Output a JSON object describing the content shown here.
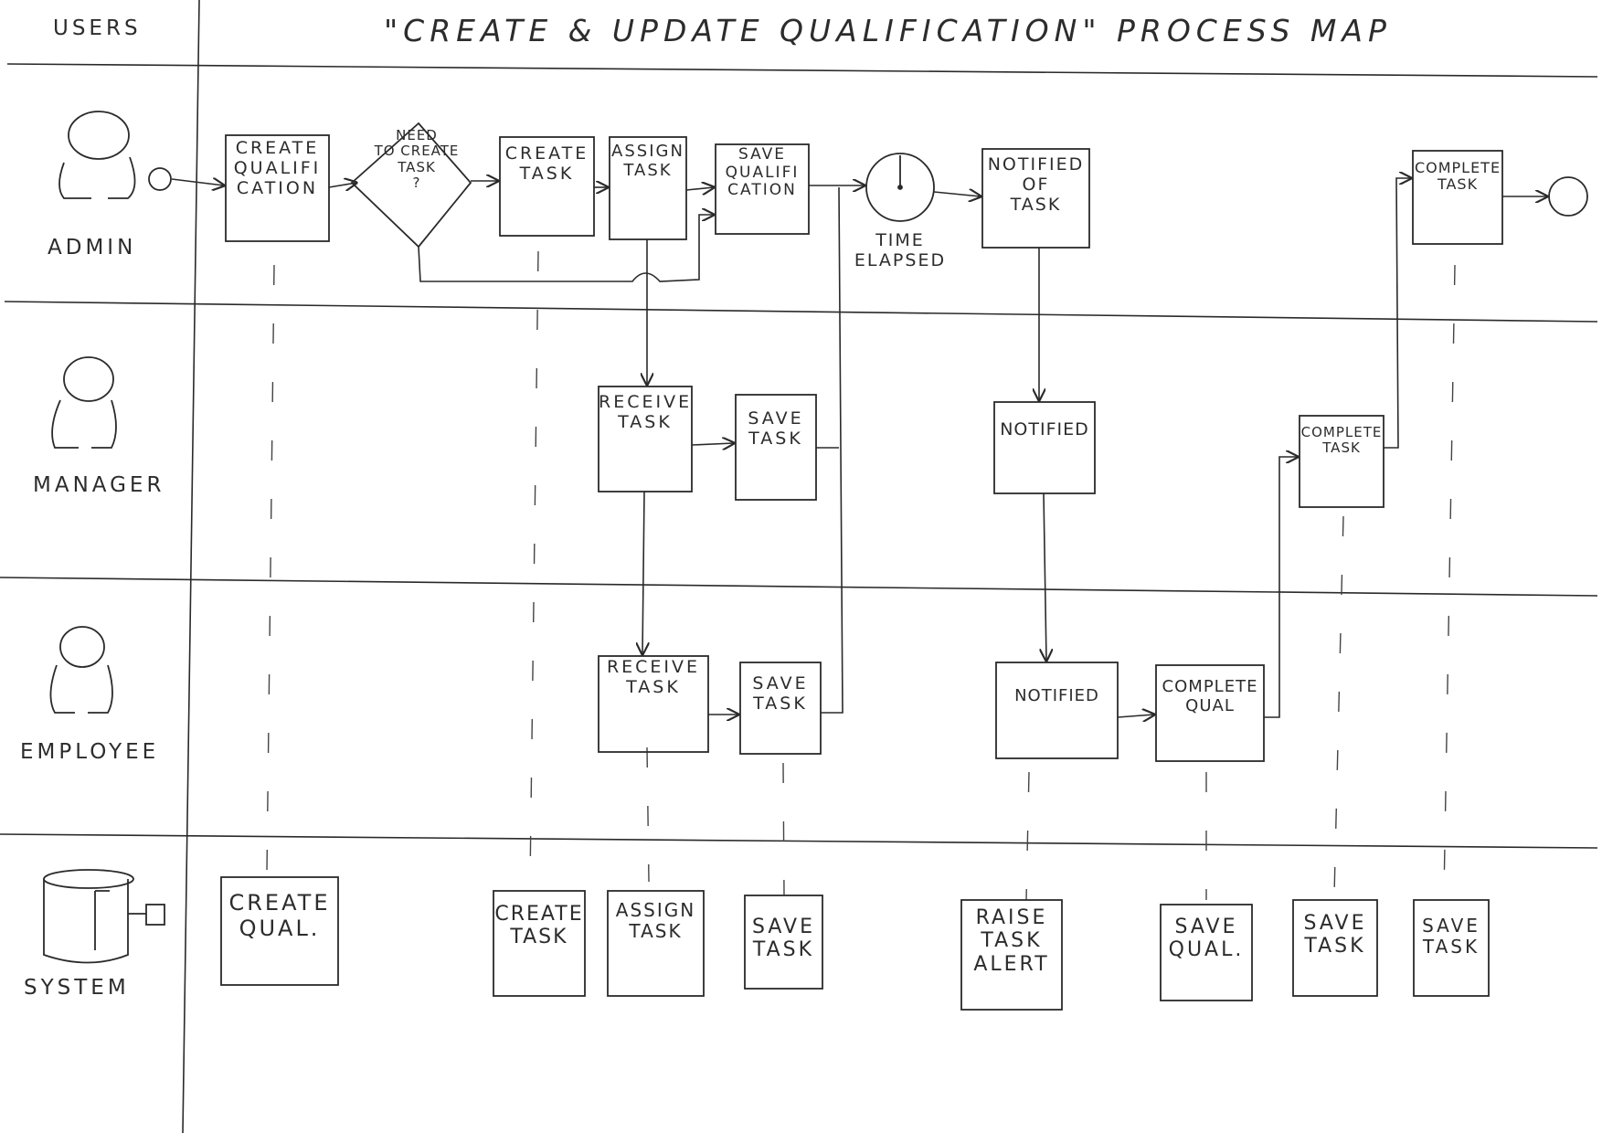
{
  "title": "\"CREATE & UPDATE QUALIFICATION\" PROCESS MAP",
  "header": {
    "users": "USERS"
  },
  "lanes": [
    {
      "id": "admin",
      "label": "ADMIN",
      "icon": "person-icon"
    },
    {
      "id": "manager",
      "label": "MANAGER",
      "icon": "person-icon"
    },
    {
      "id": "employee",
      "label": "EMPLOYEE",
      "icon": "person-icon"
    },
    {
      "id": "system",
      "label": "SYSTEM",
      "icon": "database-icon"
    }
  ],
  "nodes": {
    "admin_create_qual": "CREATE\nQUALIFI\nCATION",
    "admin_decision": "NEED\nTO CREATE\nTASK\n?",
    "admin_create_task": "CREATE\nTASK",
    "admin_assign_task": "ASSIGN\nTASK",
    "admin_save_qual": "SAVE\nQUALIFI\nCATION",
    "admin_timer": "TIME\nELAPSED",
    "admin_notified": "NOTIFIED\nOF\nTASK",
    "admin_complete": "COMPLETE\nTASK",
    "mgr_receive": "RECEIVE\nTASK",
    "mgr_save": "SAVE\nTASK",
    "mgr_notified": "NOTIFIED",
    "mgr_complete": "COMPLETE\nTASK",
    "emp_receive": "RECEIVE\nTASK",
    "emp_save": "SAVE\nTASK",
    "emp_notified": "NOTIFIED",
    "emp_complete": "COMPLETE\nQUAL",
    "sys_create_qual": "CREATE\nQUAL.",
    "sys_create_task": "CREATE\nTASK",
    "sys_assign_task": "ASSIGN\nTASK",
    "sys_save_task_1": "SAVE\nTASK",
    "sys_raise_alert": "RAISE\nTASK\nALERT",
    "sys_save_qual": "SAVE\nQUAL.",
    "sys_save_task_2": "SAVE\nTASK",
    "sys_save_task_3": "SAVE\nTASK"
  },
  "colors": {
    "ink": "#2a2a2a",
    "paper": "#ffffff"
  }
}
